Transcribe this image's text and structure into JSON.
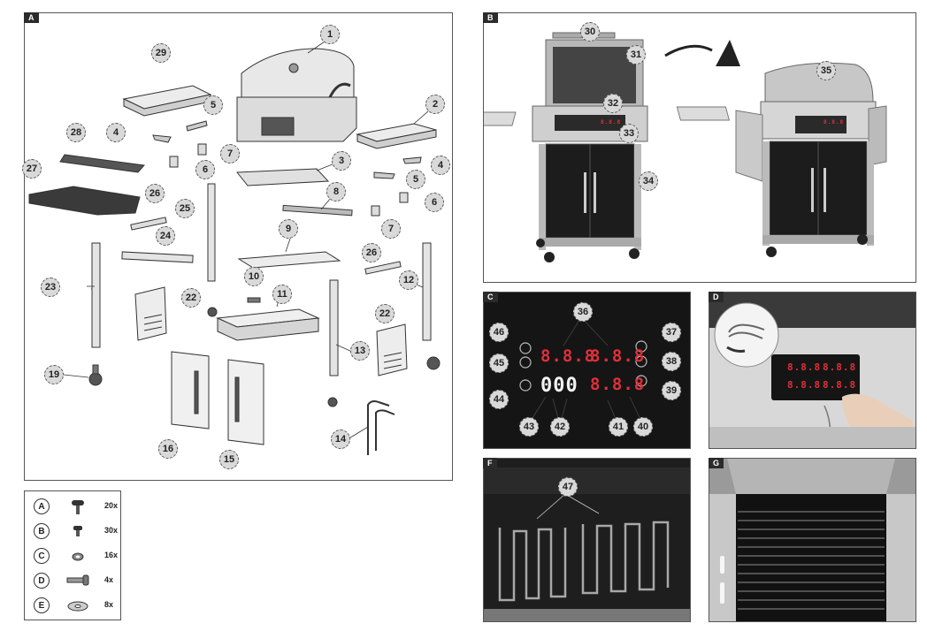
{
  "panels": {
    "a": {
      "tag": "A"
    },
    "b": {
      "tag": "B"
    },
    "c": {
      "tag": "C"
    },
    "d": {
      "tag": "D"
    },
    "f": {
      "tag": "F"
    },
    "g": {
      "tag": "G"
    }
  },
  "callouts_a": [
    "1",
    "29",
    "5",
    "2",
    "4",
    "28",
    "7",
    "6",
    "3",
    "27",
    "26",
    "25",
    "8",
    "24",
    "9",
    "23",
    "10",
    "11",
    "22",
    "12",
    "19",
    "13",
    "16",
    "15",
    "14",
    "4",
    "5",
    "6",
    "7",
    "26",
    "22"
  ],
  "callouts_b": [
    "30",
    "31",
    "35",
    "32",
    "33",
    "34"
  ],
  "callouts_c": [
    "36",
    "46",
    "37",
    "45",
    "38",
    "44",
    "39",
    "43",
    "42",
    "41",
    "40"
  ],
  "callouts_f": [
    "47"
  ],
  "display_c": {
    "top_left": "8.8.8",
    "top_right": "8.8.8",
    "bottom_left": "000",
    "bottom_right": "8.8.8"
  },
  "display_d": {
    "a": "8.8.8",
    "b": "8.8.8",
    "c": "8.8.8",
    "d": "8.8.8"
  },
  "display_b": {
    "a": "8.8.8",
    "b": "8.8.8"
  },
  "legend": [
    {
      "letter": "A",
      "qty": "20x",
      "icon": "pan-head-screw-icon"
    },
    {
      "letter": "B",
      "qty": "30x",
      "icon": "small-screw-icon"
    },
    {
      "letter": "C",
      "qty": "16x",
      "icon": "nut-icon"
    },
    {
      "letter": "D",
      "qty": "4x",
      "icon": "bolt-icon"
    },
    {
      "letter": "E",
      "qty": "8x",
      "icon": "washer-icon"
    }
  ],
  "colors": {
    "panel_tag_bg": "#2b2b2b",
    "callout_fill": "#d9d9d9",
    "led_red": "#e0303a",
    "photo_dark": "#151515"
  }
}
